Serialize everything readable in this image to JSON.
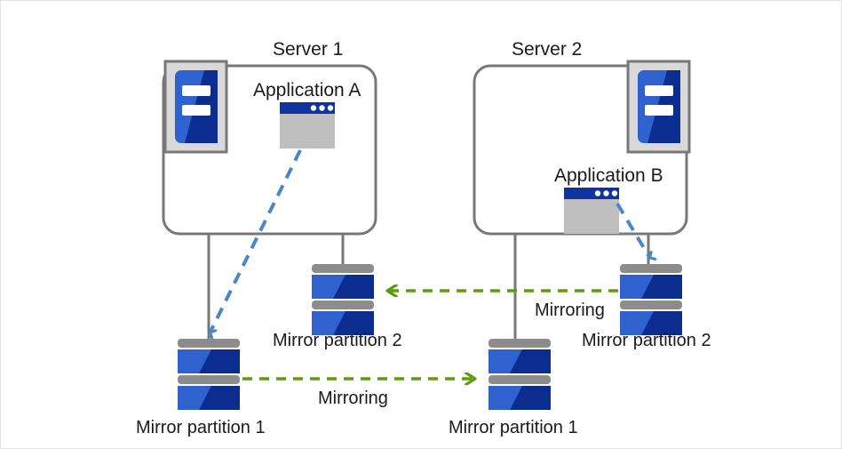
{
  "diagram": {
    "title_hidden": "",
    "colors": {
      "box_border": "#787878",
      "server_icon_bg": "#d9d9d9",
      "server_icon_blue_light": "#2f62cf",
      "server_icon_blue_dark": "#0b2d8f",
      "app_titlebar": "#10349e",
      "app_body": "#bfbfbf",
      "disk_bar_gray": "#8c8c8c",
      "disk_blue_light": "#2f62cf",
      "disk_blue_dark": "#0b2d8f",
      "arrow_blue": "#4a87c8",
      "arrow_green": "#5d9c0c",
      "connector_gray": "#787878",
      "text": "#1a1a1a",
      "frame": "#e3e3e3"
    },
    "servers": [
      {
        "id": "server-1",
        "label": "Server 1",
        "application": "Application  A",
        "icon": "server-tower-icon",
        "app_icon": "application-window-icon"
      },
      {
        "id": "server-2",
        "label": "Server 2",
        "application": "Application  B",
        "icon": "server-tower-icon",
        "app_icon": "application-window-icon"
      }
    ],
    "partitions": [
      {
        "id": "s1-part1",
        "label": "Mirror partition 1",
        "icon": "disk-stack-icon",
        "owner": "server-1"
      },
      {
        "id": "s1-part2",
        "label": "Mirror partition 2",
        "icon": "disk-stack-icon",
        "owner": "server-1"
      },
      {
        "id": "s2-part1",
        "label": "Mirror partition 1",
        "icon": "disk-stack-icon",
        "owner": "server-2"
      },
      {
        "id": "s2-part2",
        "label": "Mirror partition 2",
        "icon": "disk-stack-icon",
        "owner": "server-2"
      }
    ],
    "mirroring_links": [
      {
        "id": "mirroring-lower",
        "label": "Mirroring",
        "direction": "left-to-right",
        "from": "s1-part1",
        "to": "s2-part1",
        "style": "dashed",
        "color": "#5d9c0c"
      },
      {
        "id": "mirroring-upper",
        "label": "Mirroring",
        "direction": "right-to-left",
        "from": "s2-part2",
        "to": "s1-part2",
        "style": "dashed",
        "color": "#5d9c0c"
      }
    ],
    "access_links": [
      {
        "id": "app-a-access",
        "from": "Application  A",
        "to": "s1-part1",
        "style": "dashed",
        "color": "#4a87c8"
      },
      {
        "id": "app-b-access",
        "from": "Application  B",
        "to": "s2-part2",
        "style": "dashed",
        "color": "#4a87c8"
      }
    ]
  }
}
